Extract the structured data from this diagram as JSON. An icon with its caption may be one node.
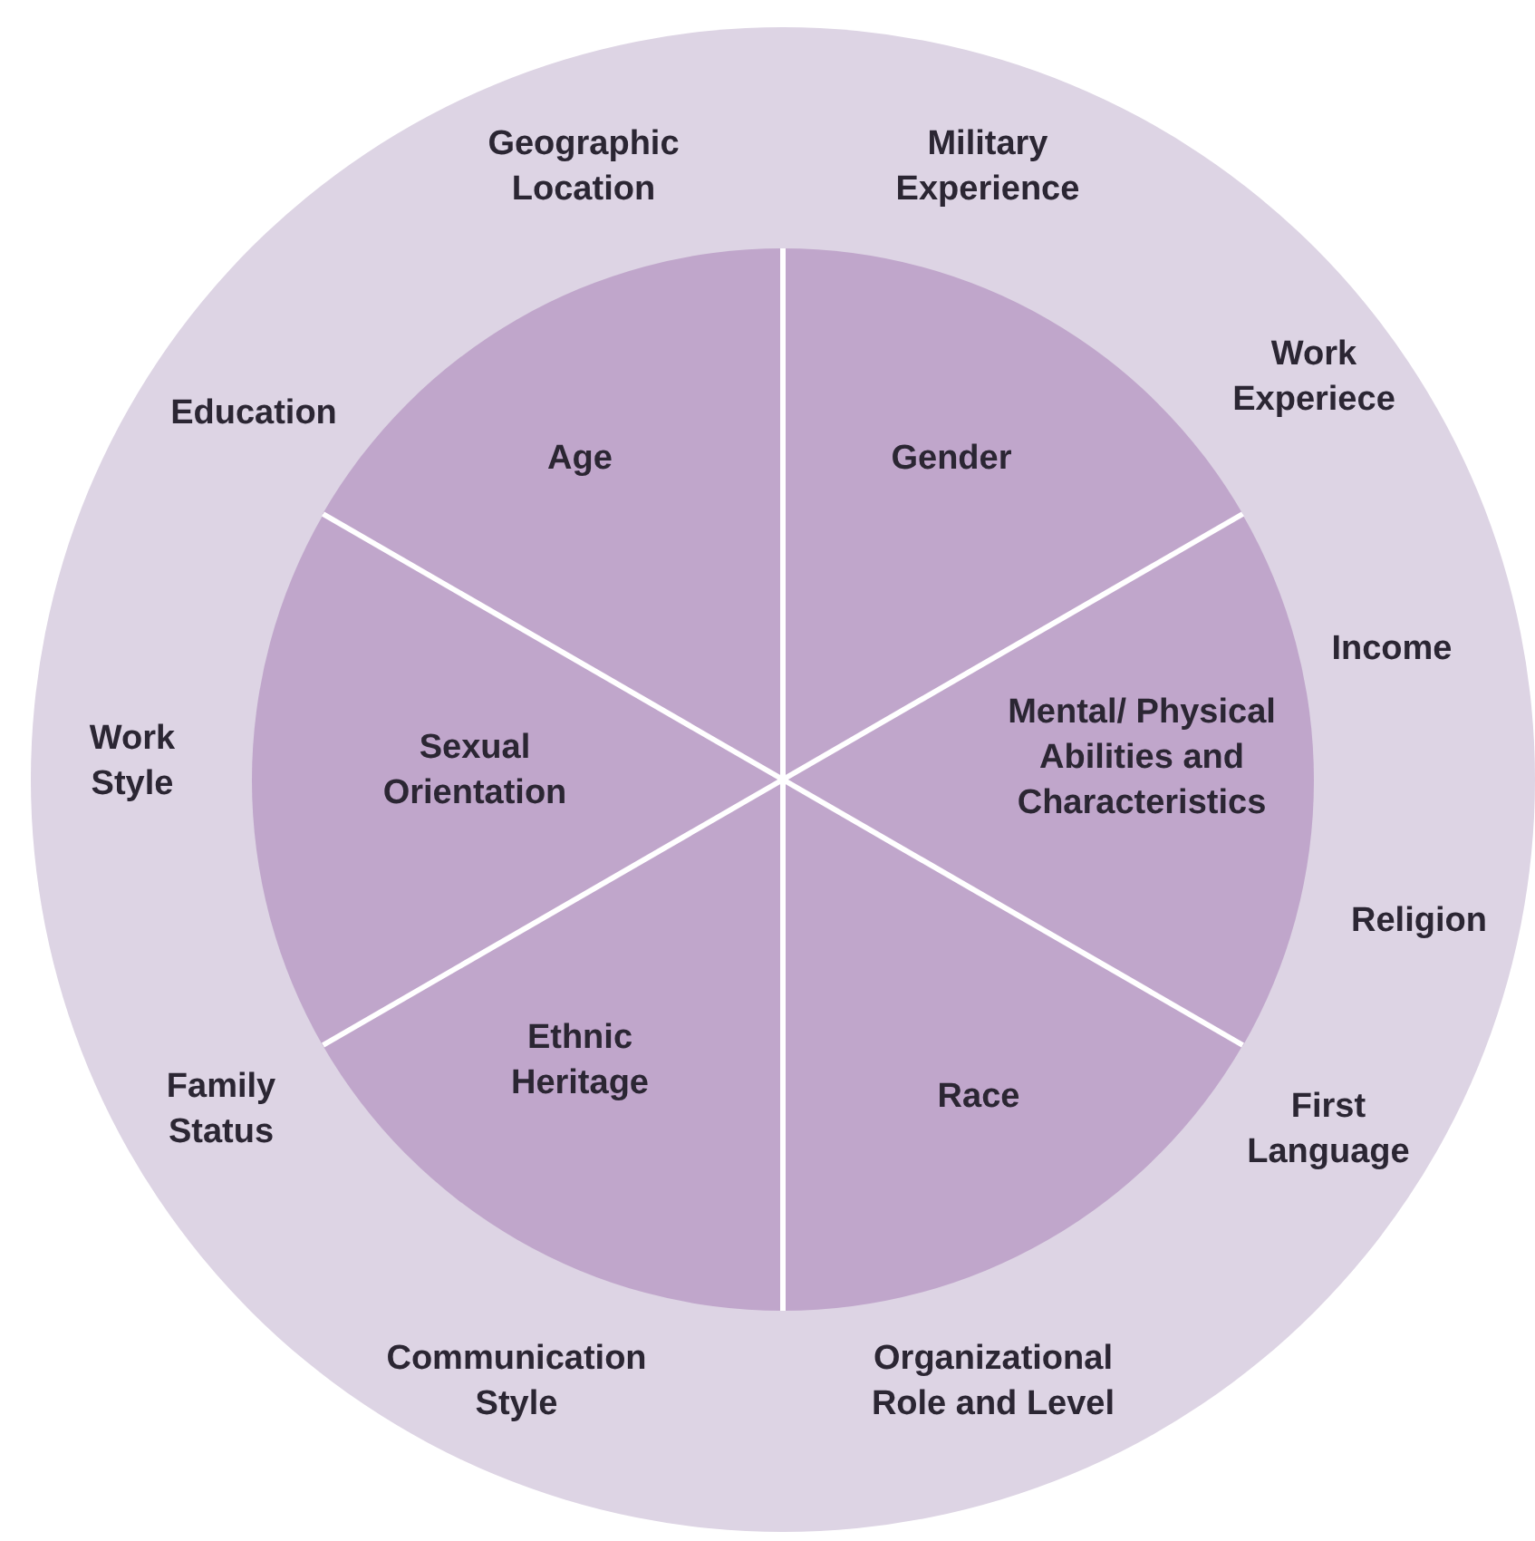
{
  "diagram": {
    "nodes": [
      {
        "text": [
          "Geographic Location",
          "Military Experience",
          "Work Experiece",
          "Education",
          "Income",
          "Work Style",
          "Religion",
          "Family Status",
          "First Language",
          "Communication Style",
          "Organizational Role and Level"
        ]
      },
      {
        "text": [
          "Age"
        ],
        "in": 0
      },
      {
        "text": [
          "Gender"
        ],
        "in": 0
      },
      {
        "text": [
          "Mental/ Physical Abilities and Characteristics"
        ],
        "in": 0
      },
      {
        "text": [
          "Race"
        ],
        "in": 0
      },
      {
        "text": [
          "Ethnic Heritage"
        ],
        "in": 0
      },
      {
        "text": [
          "Sexual Orientation"
        ],
        "in": 0
      }
    ]
  }
}
